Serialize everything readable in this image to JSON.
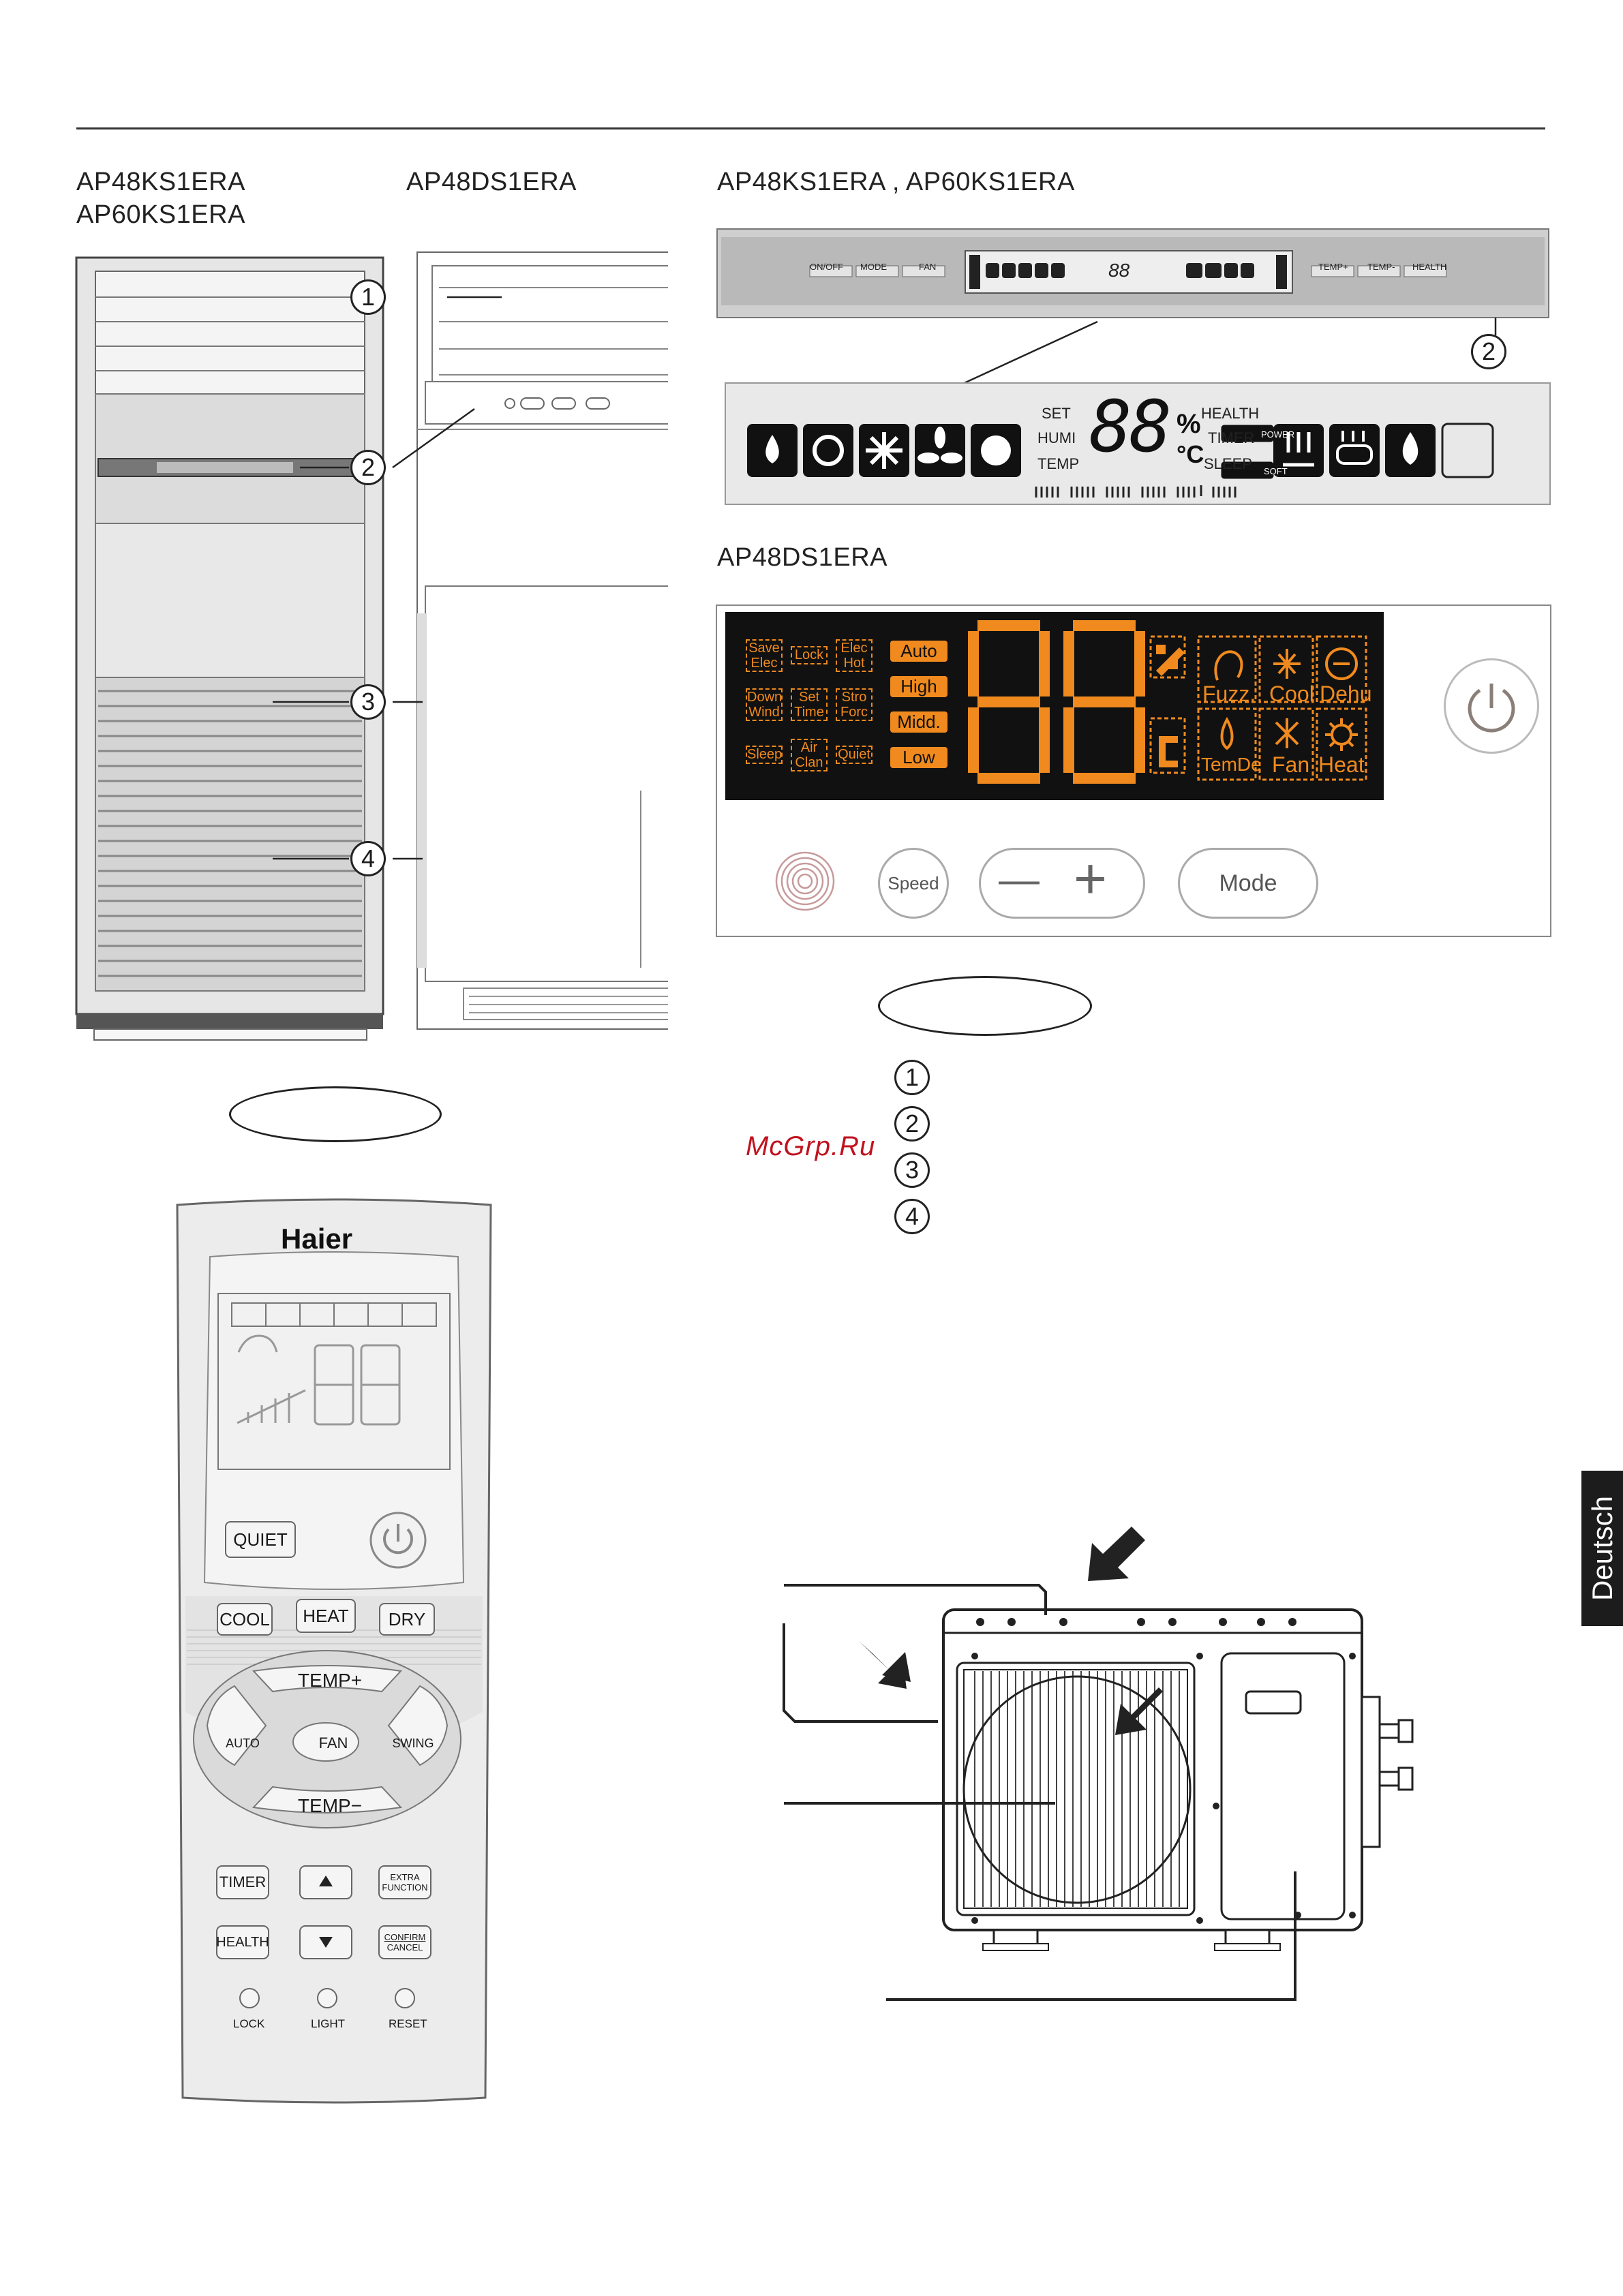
{
  "models": {
    "left_a": "AP48KS1ERA",
    "left_b": "AP60KS1ERA",
    "center": "AP48DS1ERA",
    "top_right": "AP48KS1ERA , AP60KS1ERA",
    "mid_right": "AP48DS1ERA"
  },
  "callouts": [
    "1",
    "2",
    "3",
    "4"
  ],
  "panel_ks": {
    "buttons": [
      "ON/OFF",
      "MODE",
      "FAN",
      "TEMP+",
      "TEMP-",
      "HEALTH"
    ],
    "lcd_left_labels": [
      "SET",
      "HUMI",
      "TEMP"
    ],
    "lcd_digits": "88",
    "lcd_units": [
      "%",
      "°C"
    ],
    "lcd_right_labels": [
      "HEALTH",
      "TIMER",
      "SLEEP"
    ],
    "lcd_power": "POWER",
    "lcd_soft": "SOFT"
  },
  "panel_ds": {
    "left_icons": [
      "Save Elec",
      "Lock",
      "Elec Hot",
      "Down Wind",
      "Set Time",
      "Stro Forc",
      "Sleep",
      "Air Clan",
      "Quiet"
    ],
    "speeds": [
      "Auto",
      "High",
      "Midd.",
      "Low"
    ],
    "modes": [
      "Fuzz.",
      "Cool",
      "Dehu",
      "TemDe",
      "Fan",
      "Heat"
    ],
    "buttons": {
      "speed": "Speed",
      "minus": "—",
      "plus": "+",
      "mode": "Mode"
    }
  },
  "remote": {
    "brand": "Haier",
    "quiet": "QUIET",
    "cool": "COOL",
    "heat": "HEAT",
    "dry": "DRY",
    "temp_up": "TEMP+",
    "temp_down": "TEMP−",
    "auto": "AUTO",
    "fan": "FAN",
    "swing": "SWING",
    "timer": "TIMER",
    "health": "HEALTH",
    "extra_1": "EXTRA",
    "extra_2": "FUNCTION",
    "confirm_1": "CONFIRM",
    "confirm_2": "CANCEL",
    "lock": "LOCK",
    "light": "LIGHT",
    "reset": "RESET"
  },
  "watermark": "McGrp.Ru",
  "side_tab": "Deutsch"
}
